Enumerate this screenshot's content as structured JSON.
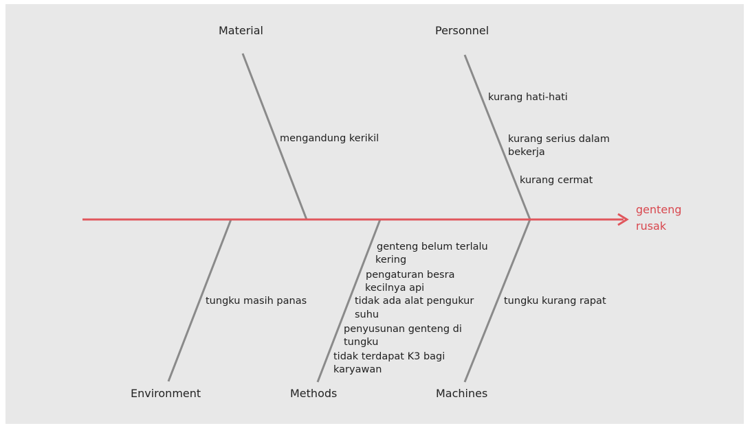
{
  "effect": {
    "line1": "genteng",
    "line2": "rusak",
    "color": "#e0565c"
  },
  "categories": {
    "material": "Material",
    "personnel": "Personnel",
    "environment": "Environment",
    "methods": "Methods",
    "machines": "Machines"
  },
  "causes": {
    "material": [
      "mengandung kerikil"
    ],
    "personnel": {
      "c1": "kurang hati-hati",
      "c2_line1": "kurang serius dalam",
      "c2_line2": "bekerja",
      "c3": "kurang cermat"
    },
    "environment": [
      "tungku masih panas"
    ],
    "methods": {
      "c1_line1": "genteng belum terlalu",
      "c1_line2": "kering",
      "c2_line1": "pengaturan besra",
      "c2_line2": "kecilnya api",
      "c3_line1": "tidak ada alat pengukur",
      "c3_line2": "suhu",
      "c4_line1": "penyusunan genteng di",
      "c4_line2": "tungku",
      "c5_line1": "tidak terdapat K3 bagi",
      "c5_line2": "karyawan"
    },
    "machines": [
      "tungku kurang rapat"
    ]
  },
  "colors": {
    "background": "#e8e8e8",
    "bone": "#8a8a8a",
    "spine": "#e0565c"
  }
}
